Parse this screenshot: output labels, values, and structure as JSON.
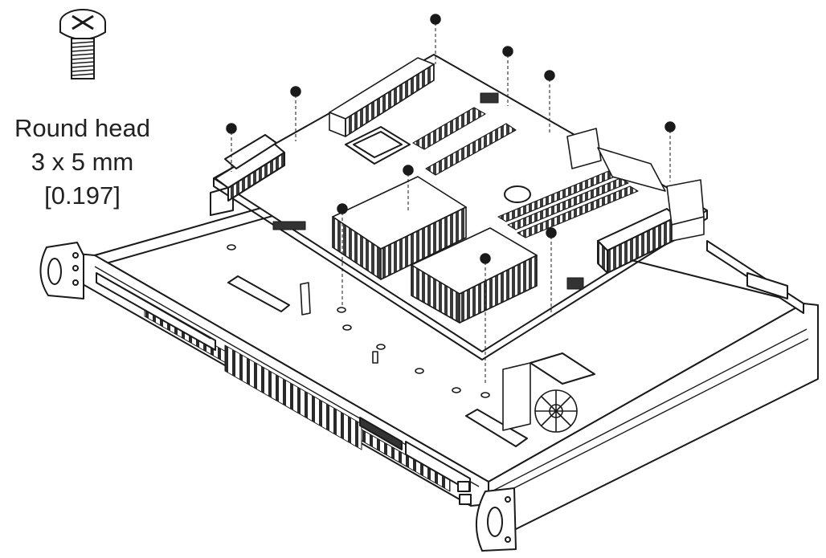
{
  "screw_label": {
    "line1": "Round head",
    "line2": "3 x 5 mm",
    "line3": "[0.197]"
  },
  "icons": {
    "screw": "round-head-screw-icon",
    "chassis": "server-chassis-diagram",
    "motherboard": "motherboard-diagram"
  },
  "colors": {
    "stroke": "#1a1a1a",
    "fill": "#ffffff",
    "shade": "#6e6e6e"
  }
}
